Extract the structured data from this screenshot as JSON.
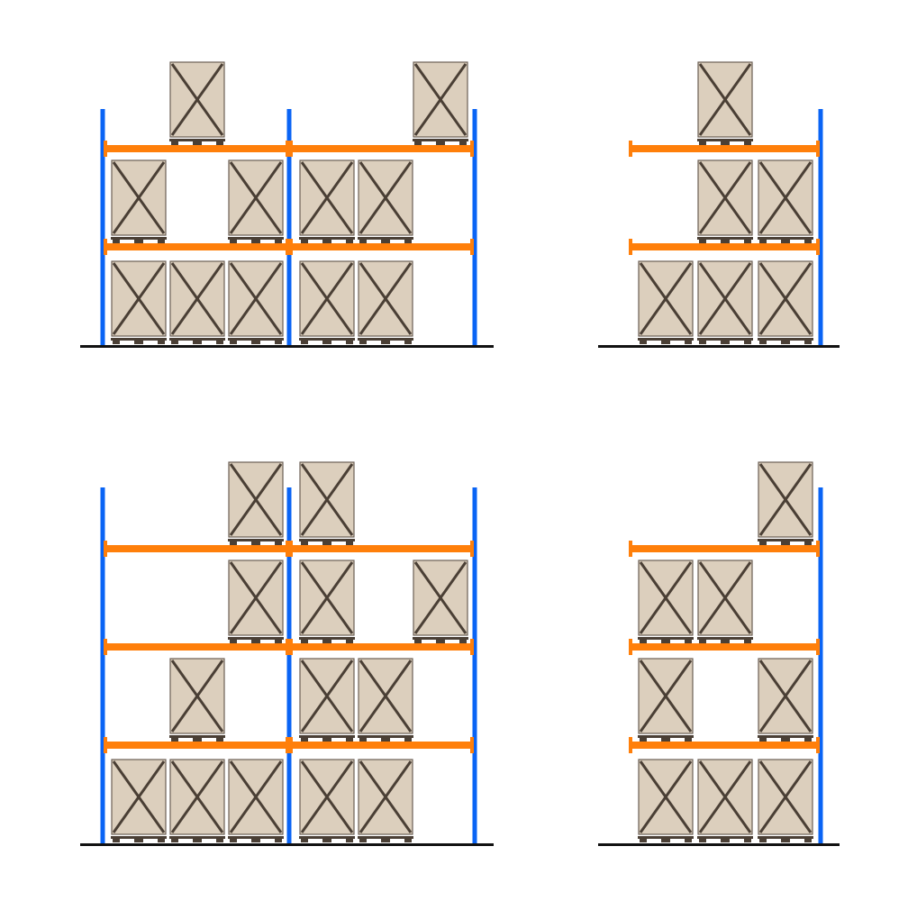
{
  "colors": {
    "upright": "#0a64f5",
    "beam": "#ff7f0a",
    "box_fill": "#dccfbd",
    "box_stroke": "#4a3f35",
    "pallet": "#4a3f35",
    "floor": "#111111"
  },
  "racks": [
    {
      "name": "rack-top-left",
      "bays": 2,
      "levels": [
        {
          "bays": [
            [
              1,
              1,
              1
            ],
            [
              1,
              1,
              0
            ]
          ]
        },
        {
          "bays": [
            [
              1,
              0,
              1
            ],
            [
              1,
              1,
              0
            ]
          ]
        },
        {
          "bays": [
            [
              0,
              1,
              0
            ],
            [
              0,
              0,
              1
            ]
          ]
        }
      ]
    },
    {
      "name": "rack-top-right",
      "bays": 1,
      "levels": [
        {
          "bays": [
            [
              1,
              1,
              1
            ]
          ]
        },
        {
          "bays": [
            [
              0,
              1,
              1
            ]
          ]
        },
        {
          "bays": [
            [
              0,
              1,
              0
            ]
          ]
        }
      ]
    },
    {
      "name": "rack-bottom-left",
      "bays": 2,
      "levels": [
        {
          "bays": [
            [
              1,
              1,
              1
            ],
            [
              1,
              1,
              0
            ]
          ]
        },
        {
          "bays": [
            [
              0,
              1,
              0
            ],
            [
              1,
              1,
              0
            ]
          ]
        },
        {
          "bays": [
            [
              0,
              0,
              1
            ],
            [
              1,
              0,
              1
            ]
          ]
        },
        {
          "bays": [
            [
              0,
              0,
              1
            ],
            [
              1,
              0,
              0
            ]
          ]
        }
      ]
    },
    {
      "name": "rack-bottom-right",
      "bays": 1,
      "levels": [
        {
          "bays": [
            [
              1,
              1,
              1
            ]
          ]
        },
        {
          "bays": [
            [
              1,
              0,
              1
            ]
          ]
        },
        {
          "bays": [
            [
              1,
              1,
              0
            ]
          ]
        },
        {
          "bays": [
            [
              0,
              0,
              1
            ]
          ]
        }
      ]
    }
  ]
}
